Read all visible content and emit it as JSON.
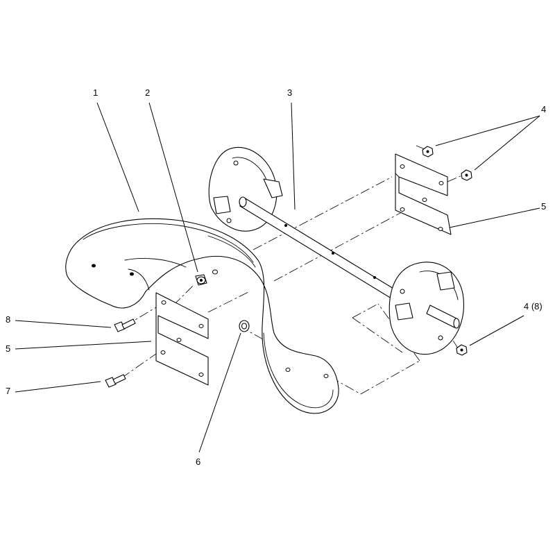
{
  "callouts": {
    "c1": "1",
    "c2": "2",
    "c3": "3",
    "c4_top": "4",
    "c5_right": "5",
    "c4_8": "4 (8)",
    "c8": "8",
    "c5_left": "5",
    "c7": "7",
    "c6": "6"
  }
}
